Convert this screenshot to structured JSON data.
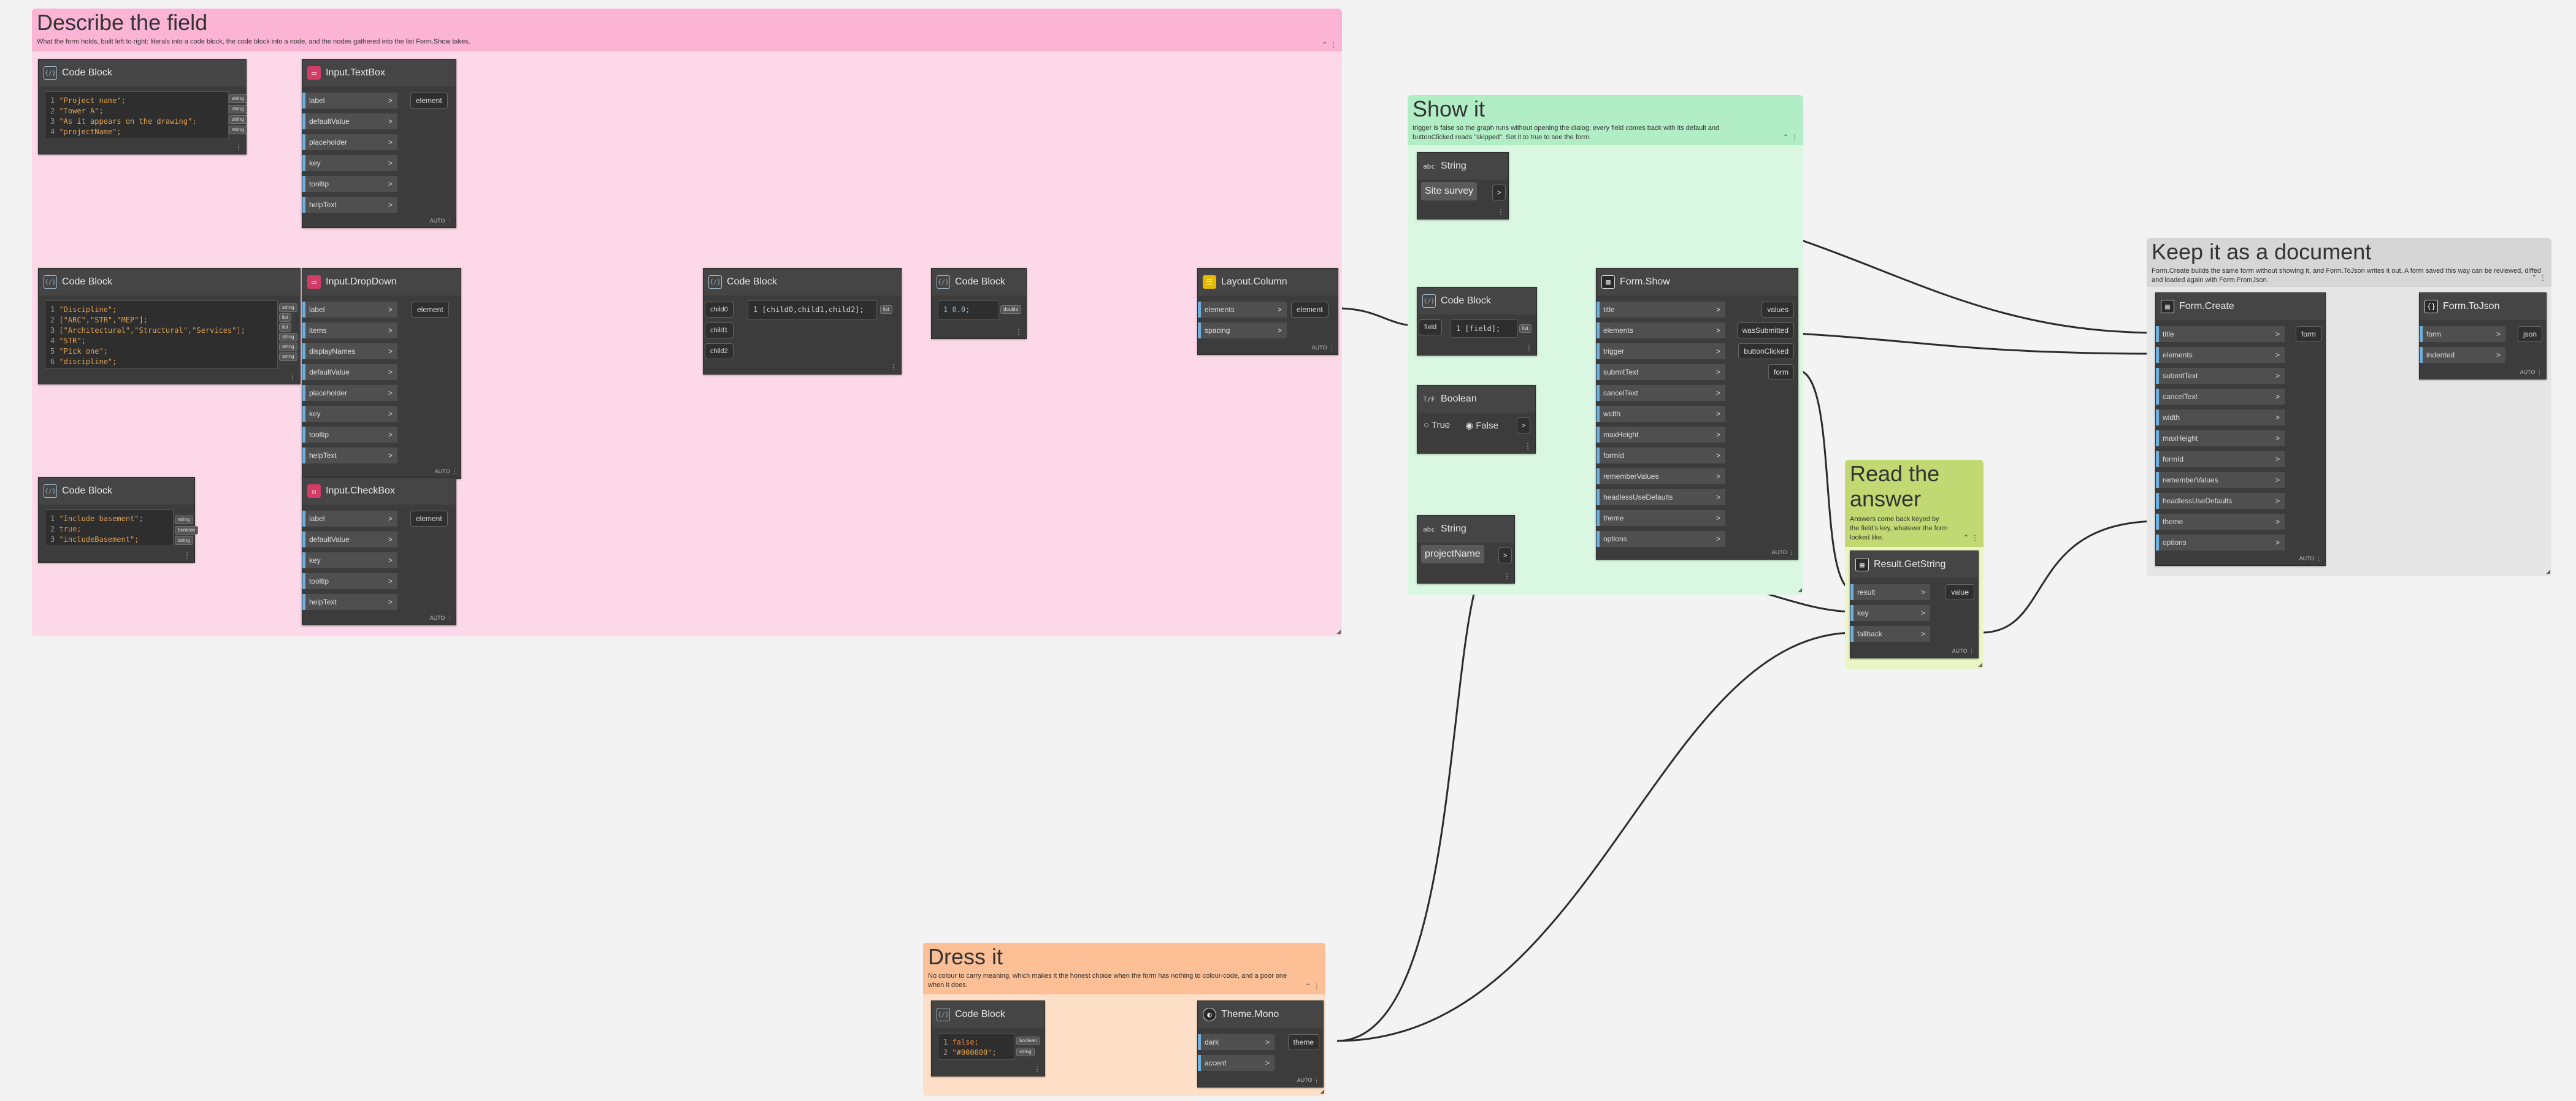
{
  "groups": {
    "describe": {
      "title": "Describe the field",
      "desc": "What the form holds, built left to right: literals into a code block, the code block into a node, and the nodes gathered into the list Form.Show takes.",
      "color": "#fdd8e8",
      "head_color": "#fbb4d3"
    },
    "show": {
      "title": "Show it",
      "desc": "trigger is false so the graph runs without opening the dialog; every field comes back with its default and buttonClicked reads \"skipped\". Set it to true to see the form.",
      "color": "#daf7e2",
      "head_color": "#b2eec5"
    },
    "keep": {
      "title": "Keep it as a document",
      "desc": "Form.Create builds the same form without showing it, and Form.ToJson writes it out. A form saved this way can be reviewed, diffed and loaded again with Form.FromJson.",
      "color": "#e6e6e6",
      "head_color": "#d6d6d6"
    },
    "read": {
      "title": "Read the answer",
      "desc": "Answers come back keyed by the field's key, whatever the form looked like.",
      "color": "#ecf5c4",
      "head_color": "#c2d872"
    },
    "dress": {
      "title": "Dress it",
      "desc": "No colour to carry meaning, which makes it the honest choice when the form has nothing to colour-code, and a poor one when it does.",
      "color": "#fee0c9",
      "head_color": "#fcbf96"
    }
  },
  "nodes": {
    "cb1": {
      "title": "Code Block",
      "lines": [
        "\"Project name\";",
        "\"Tower A\";",
        "\"As it appears on the drawing\";",
        "\"projectName\";"
      ],
      "chips": [
        "string",
        "string",
        "string",
        "string"
      ]
    },
    "textbox": {
      "title": "Input.TextBox",
      "inputs": [
        "label",
        "defaultValue",
        "placeholder",
        "key",
        "tooltip",
        "helpText"
      ],
      "output": "element"
    },
    "cb2": {
      "title": "Code Block",
      "lines": [
        "\"Discipline\";",
        "[\"ARC\",\"STR\",\"MEP\"];",
        "[\"Architectural\",\"Structural\",\"Services\"];",
        "\"STR\";",
        "\"Pick one\";",
        "\"discipline\";"
      ],
      "chips": [
        "string",
        "list",
        "list",
        "string",
        "string",
        "string"
      ]
    },
    "dropdown": {
      "title": "Input.DropDown",
      "inputs": [
        "label",
        "items",
        "displayNames",
        "defaultValue",
        "placeholder",
        "key",
        "tooltip",
        "helpText"
      ],
      "output": "element"
    },
    "cb3": {
      "title": "Code Block",
      "lines": [
        "\"Include basement\";",
        "true;",
        "\"includeBasement\";"
      ],
      "chips": [
        "string",
        "boolean",
        "string"
      ]
    },
    "checkbox": {
      "title": "Input.CheckBox",
      "inputs": [
        "label",
        "defaultValue",
        "key",
        "tooltip",
        "helpText"
      ],
      "output": "element"
    },
    "cb4": {
      "title": "Code Block",
      "inputs": [
        "child0",
        "child1",
        "child2"
      ],
      "code": "1 [child0,child1,child2];",
      "output": "list"
    },
    "cb5": {
      "title": "Code Block",
      "code": "1 0.0;",
      "output": "double"
    },
    "layout": {
      "title": "Layout.Column",
      "inputs": [
        "elements",
        "spacing"
      ],
      "output": "element"
    },
    "string1": {
      "title": "String",
      "value": "Site survey"
    },
    "cb6": {
      "title": "Code Block",
      "inputs": [
        "field"
      ],
      "code": "1 [field];",
      "output": "list"
    },
    "boolean": {
      "title": "Boolean",
      "opt_true": "True",
      "opt_false": "False"
    },
    "string2": {
      "title": "String",
      "value": "projectName"
    },
    "formshow": {
      "title": "Form.Show",
      "inputs": [
        "title",
        "elements",
        "trigger",
        "submitText",
        "cancelText",
        "width",
        "maxHeight",
        "formId",
        "rememberValues",
        "headlessUseDefaults",
        "theme",
        "options"
      ],
      "outputs": [
        "values",
        "wasSubmitted",
        "buttonClicked",
        "form"
      ]
    },
    "getstring": {
      "title": "Result.GetString",
      "inputs": [
        "result",
        "key",
        "fallback"
      ],
      "output": "value"
    },
    "formcreate": {
      "title": "Form.Create",
      "inputs": [
        "title",
        "elements",
        "submitText",
        "cancelText",
        "width",
        "maxHeight",
        "formId",
        "rememberValues",
        "headlessUseDefaults",
        "theme",
        "options"
      ],
      "output": "form"
    },
    "tojson": {
      "title": "Form.ToJson",
      "inputs": [
        "form",
        "indented"
      ],
      "output": "json"
    },
    "cb7": {
      "title": "Code Block",
      "lines": [
        "false;",
        "\"#000000\";"
      ],
      "chips": [
        "boolean",
        "string"
      ]
    },
    "theme": {
      "title": "Theme.Mono",
      "inputs": [
        "dark",
        "accent"
      ],
      "output": "theme"
    }
  },
  "auto_label": "AUTO",
  "icons": {
    "code_block": "code-block-icon",
    "input": "form-input-icon",
    "layout": "layout-icon",
    "string": "string-abc-icon",
    "boolean": "boolean-icon",
    "form": "form-icon",
    "json": "json-icon",
    "theme": "theme-icon"
  }
}
